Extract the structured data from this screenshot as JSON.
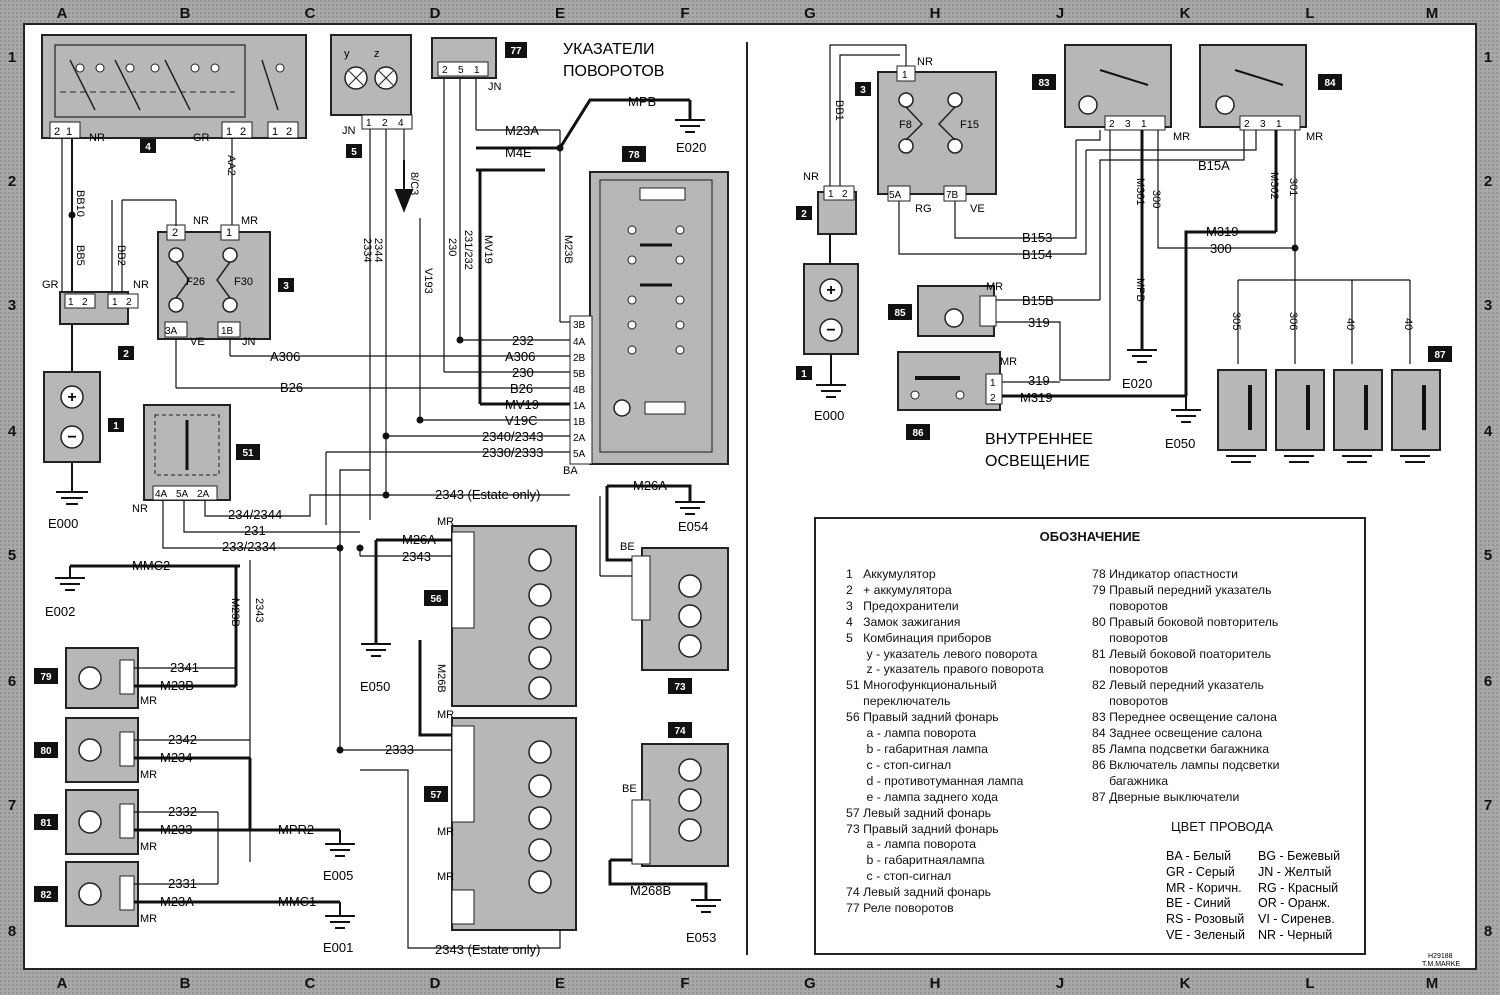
{
  "frame": {
    "columns": [
      "A",
      "B",
      "C",
      "D",
      "E",
      "F",
      "G",
      "H",
      "J",
      "K",
      "L",
      "M"
    ],
    "rows": [
      "1",
      "2",
      "3",
      "4",
      "5",
      "6",
      "7",
      "8"
    ],
    "drawing_code": "H29188",
    "author": "T.M.MARKE"
  },
  "titles": {
    "left_line1": "УКАЗАТЕЛИ",
    "left_line2": "ПОВОРОТОВ",
    "right_line1": "ВНУТРЕННЕЕ",
    "right_line2": "ОСВЕЩЕНИЕ"
  },
  "components": {
    "battery": "1",
    "battery_plus": "2",
    "fuses": "3",
    "ignition": "4",
    "instrument": "5",
    "multiswitch": "51",
    "rear_right": "56",
    "rear_left": "57",
    "rear_right_73": "73",
    "rear_left_74": "74",
    "relay": "77",
    "hazard": "78",
    "front_right": "79",
    "side_right": "80",
    "side_left": "81",
    "front_left": "82",
    "front_light": "83",
    "rear_light": "84",
    "boot_lamp": "85",
    "boot_switch": "86",
    "door_switches": "87"
  },
  "grounds": [
    "E000",
    "E002",
    "E050",
    "E005",
    "E001",
    "E020",
    "E054",
    "E053",
    "E050"
  ],
  "fuse_labels": [
    "F26",
    "F30",
    "F8",
    "F15"
  ],
  "wires": {
    "bb10": "BB10",
    "bb5": "BB5",
    "bb2": "BB2",
    "aa2": "AA2",
    "bb1": "BB1",
    "a306": "A306",
    "b26": "B26",
    "m23a": "M23A",
    "m4e": "M4E",
    "mpb": "MPB",
    "v193": "V193",
    "v19c": "V19C",
    "mv19": "MV19",
    "m23b": "M23B",
    "w230": "230",
    "w231_232": "231/232",
    "w232": "232",
    "w2344": "2344",
    "w2334": "2334",
    "w2340_2343": "2340/2343",
    "w2330_2333": "2330/2333",
    "w234_2344": "234/2344",
    "w231": "231",
    "w233_2334": "233/2334",
    "w2343_estate": "2343 (Estate only)",
    "m26a": "M26A",
    "w2343": "2343",
    "mmc2": "MMC2",
    "m26b": "M26B",
    "w2341": "2341",
    "w2342": "2342",
    "m234": "M234",
    "w2333": "2333",
    "w2332": "2332",
    "m233": "M233",
    "mpr2": "MPR2",
    "w2331": "2331",
    "mmc1": "MMC1",
    "m268b": "M268B",
    "b15a": "B15A",
    "m301": "M301",
    "m302": "M302",
    "w300": "300",
    "w301": "301",
    "b153": "B153",
    "b154": "B154",
    "m319": "M319",
    "b15b": "B15B",
    "w319": "319",
    "w305": "305",
    "w306": "306",
    "w40": "40",
    "ref_8c3": "8/C3"
  },
  "wire_colors": {
    "nr": "NR",
    "gr": "GR",
    "mr": "MR",
    "jn": "JN",
    "ve": "VE",
    "ba": "BA",
    "be": "BE",
    "rg": "RG",
    "y": "y",
    "z": "z"
  },
  "connector_pins": {
    "p_4a": "4A",
    "p_5a": "5A",
    "p_2a": "2A",
    "p_3a": "3A",
    "p_1b": "1B",
    "p_3b": "3B",
    "p_2b": "2B",
    "p_5b": "5B",
    "p_4b": "4B",
    "p_1a": "1A",
    "p_5a78": "5A",
    "p_7b": "7B"
  },
  "legend": {
    "title": "ОБОЗНАЧЕНИЕ",
    "left": [
      "1   Аккумулятор",
      "2   + аккумулятора",
      "3   Предохранители",
      "4   Замок зажигания",
      "5   Комбинация приборов",
      "      y - указатель левого поворота",
      "      z - указатель правого поворота",
      "51 Многофункциональный",
      "     переключатель",
      "56 Правый задний фонарь",
      "      a - лампа поворота",
      "      b - габаритная лампа",
      "      c - стоп-сигнал",
      "      d - противотуманная лампа",
      "      e - лампа заднего хода",
      "57 Левый задний фонарь",
      "73 Правый задний фонарь",
      "      a - лампа поворота",
      "      b - габаритнаялампа",
      "      c - стоп-сигнал",
      "74 Левый задний фонарь",
      "77 Реле поворотов"
    ],
    "right": [
      "78 Индикатор опастности",
      "79 Правый передний указатель",
      "     поворотов",
      "80 Правый боковой повторитель",
      "     поворотов",
      "81 Левый боковой поаторитель",
      "     поворотов",
      "82 Левый передний указатель",
      "     поворотов",
      "83 Переднее освещение салона",
      "84 Заднее освещение салона",
      "85 Лампа подсветки багажника",
      "86 Включатель лампы подсветки",
      "     багажника",
      "87 Дверные выключатели"
    ],
    "wire_color_title": "ЦВЕТ ПРОВОДА",
    "colors": [
      [
        "BA - Белый",
        "BG - Бежевый"
      ],
      [
        "GR - Серый",
        "JN - Желтый"
      ],
      [
        "MR - Коричн.",
        "RG - Красный"
      ],
      [
        "BE - Синий",
        "OR - Оранж."
      ],
      [
        "RS - Розовый",
        "VI - Сиренев."
      ],
      [
        "VE - Зеленый",
        "NR - Черный"
      ]
    ]
  },
  "palette": {
    "frame": "#9a9a9a",
    "component_fill": "#b7b7b7",
    "wire": "#1a1a1a"
  }
}
